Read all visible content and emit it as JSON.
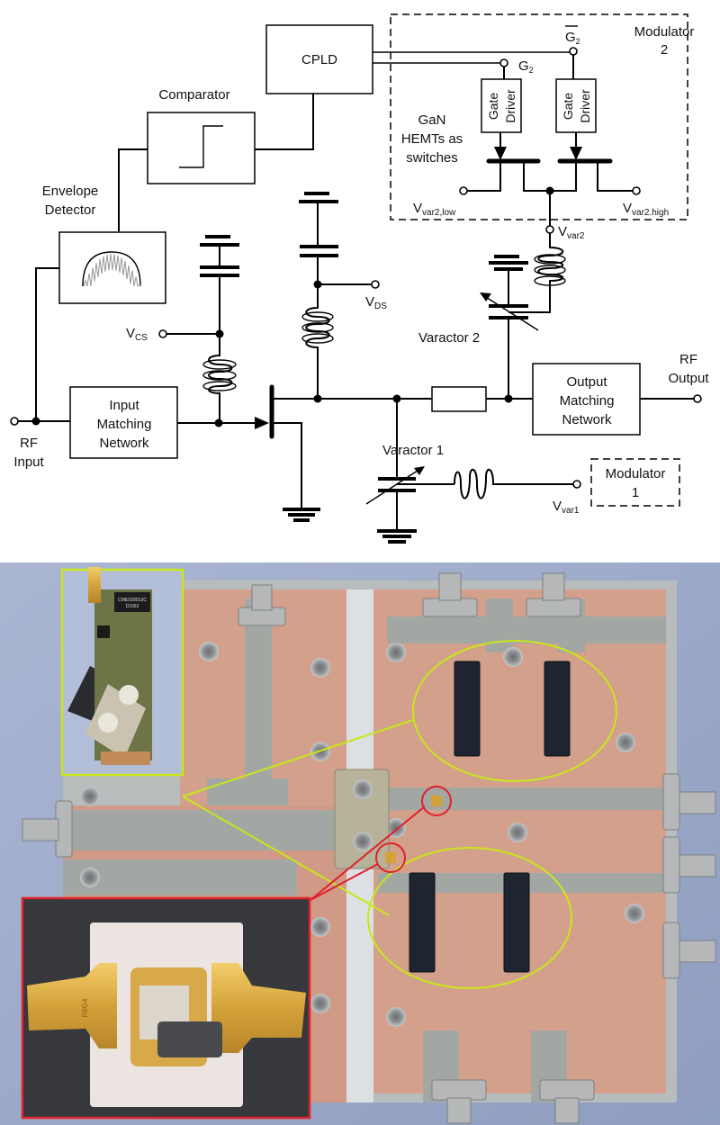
{
  "schematic": {
    "blocks": {
      "cpld": "CPLD",
      "comparator": "Comparator",
      "envelope_detector": [
        "Envelope",
        "Detector"
      ],
      "input_matching": [
        "Input",
        "Matching",
        "Network"
      ],
      "output_matching": [
        "Output",
        "Matching",
        "Network"
      ],
      "gate_driver": [
        "Gate",
        "Driver"
      ],
      "modulator2": [
        "Modulator",
        "2"
      ],
      "modulator1": [
        "Modulator",
        "1"
      ]
    },
    "labels": {
      "gan_hemts": [
        "GaN",
        "HEMTs as",
        "switches"
      ],
      "g2": "G",
      "g2_sub": "2",
      "g2bar": "G",
      "g2bar_sub": "2",
      "vvar2_low": "V",
      "vvar2_low_sub": "var2,low",
      "vvar2_high": "V",
      "vvar2_high_sub": "var2.high",
      "vvar2": "V",
      "vvar2_sub": "var2",
      "vcs": "V",
      "vcs_sub": "CS",
      "vds": "V",
      "vds_sub": "DS",
      "varactor2": "Varactor 2",
      "varactor1": "Varactor 1",
      "vvar1": "V",
      "vvar1_sub": "var1",
      "rf_input": [
        "RF",
        "Input"
      ],
      "rf_output": [
        "RF",
        "Output"
      ]
    }
  },
  "photo": {
    "description": "Photograph of the fabricated PA board with modulator and varactor insets",
    "insets": {
      "modulator_board": {
        "highlight_color": "#c8e619",
        "chip_marking": [
          "CME0305S3C",
          "D1552"
        ]
      },
      "varactor_package": {
        "highlight_color": "#e0202a",
        "package_marking": "R8G4"
      }
    },
    "colors": {
      "background": "#a9b6d3",
      "copper": "#d49a86",
      "substrate": "#9ea2a0"
    }
  }
}
